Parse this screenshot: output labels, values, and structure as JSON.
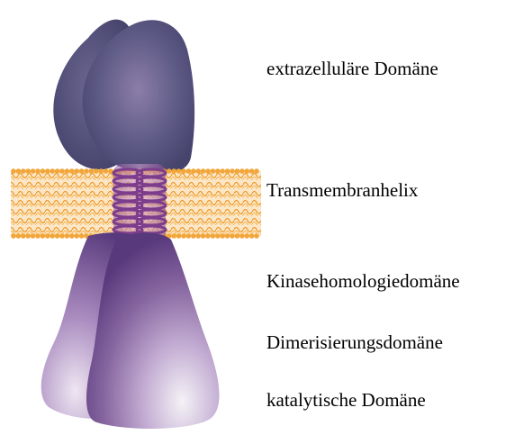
{
  "labels": {
    "extracellular": "extrazelluläre Domäne",
    "transmembrane": "Transmembranhelix",
    "kinase_homology": "Kinasehomologiedomäne",
    "dimerization": "Dimerisierungsdomäne",
    "catalytic": "katalytische Domäne"
  },
  "colors": {
    "extracellular_domain": "#4e4d78",
    "membrane": "#f0a030",
    "helix": "#9a4fa0",
    "intracellular_domain": "#5a3a7e",
    "label_text": "#000000"
  }
}
